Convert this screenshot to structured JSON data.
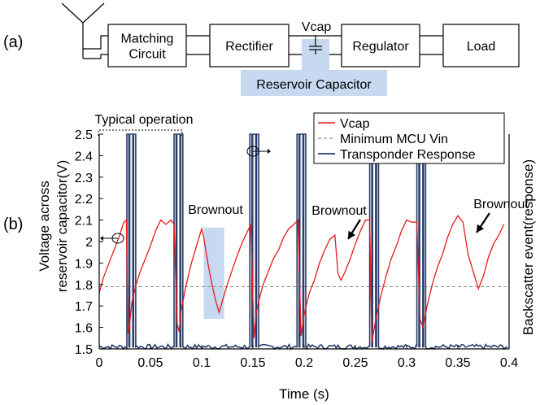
{
  "panel_a": {
    "label": "(a)",
    "blocks": [
      "Matching\nCircuit",
      "Rectifier",
      "Regulator",
      "Load"
    ],
    "node_label": "Vcap",
    "capacitor_label": "Reservoir Capacitor"
  },
  "panel_b": {
    "label": "(b)",
    "annotations": {
      "typical": "Typical operation",
      "brownout": "Brownout"
    }
  },
  "colors": {
    "vcap": "#e8191c",
    "transponder": "#2a3d6b",
    "min_vin": "#909090",
    "highlight": "#c7d9f1"
  },
  "chart_data": {
    "type": "line",
    "xlabel": "Time (s)",
    "ylabel_lines": [
      "Voltage across",
      "reservoir capacitor(V)"
    ],
    "ylabel2": "Backscatter event(response)",
    "xlim": [
      0,
      0.4
    ],
    "ylim": [
      1.5,
      2.5
    ],
    "xticks": [
      "0",
      "0.05",
      "0.1",
      "0.15",
      "0.2",
      "0.25",
      "0.3",
      "0.35",
      "0.4"
    ],
    "yticks": [
      "1.5",
      "1.6",
      "1.7",
      "1.8",
      "1.9",
      "2",
      "2.1",
      "2.2",
      "2.3",
      "2.4",
      "2.5"
    ],
    "legend_position": "top-right",
    "series": [
      {
        "name": "Vcap",
        "x": [
          0,
          0.004,
          0.008,
          0.012,
          0.016,
          0.02,
          0.024,
          0.0265,
          0.028,
          0.03,
          0.032,
          0.036,
          0.04,
          0.045,
          0.05,
          0.055,
          0.06,
          0.065,
          0.07,
          0.073,
          0.076,
          0.078,
          0.08,
          0.085,
          0.09,
          0.095,
          0.1,
          0.102,
          0.106,
          0.11,
          0.114,
          0.117,
          0.12,
          0.125,
          0.13,
          0.135,
          0.14,
          0.145,
          0.148,
          0.151,
          0.153,
          0.156,
          0.16,
          0.165,
          0.17,
          0.175,
          0.18,
          0.185,
          0.19,
          0.194,
          0.197,
          0.2,
          0.205,
          0.21,
          0.215,
          0.22,
          0.225,
          0.23,
          0.233,
          0.236,
          0.24,
          0.245,
          0.25,
          0.255,
          0.26,
          0.264,
          0.266,
          0.27,
          0.275,
          0.28,
          0.285,
          0.29,
          0.295,
          0.3,
          0.305,
          0.31,
          0.313,
          0.316,
          0.32,
          0.325,
          0.33,
          0.335,
          0.34,
          0.345,
          0.35,
          0.355,
          0.36,
          0.365,
          0.37,
          0.375,
          0.38,
          0.385,
          0.39,
          0.395
        ],
        "y": [
          1.76,
          1.83,
          1.88,
          1.93,
          1.98,
          2.03,
          2.09,
          2.1,
          1.57,
          1.63,
          1.72,
          1.8,
          1.86,
          1.92,
          1.98,
          2.05,
          2.1,
          2.08,
          2.1,
          2.08,
          1.62,
          1.58,
          1.68,
          1.8,
          1.9,
          1.98,
          2.06,
          2.02,
          1.9,
          1.8,
          1.72,
          1.67,
          1.72,
          1.8,
          1.87,
          1.94,
          2.0,
          2.05,
          2.08,
          1.55,
          1.66,
          1.73,
          1.8,
          1.86,
          1.92,
          1.96,
          2.02,
          2.06,
          2.08,
          2.1,
          1.56,
          1.66,
          1.76,
          1.82,
          1.9,
          1.96,
          2.01,
          2.03,
          1.85,
          1.82,
          1.86,
          1.92,
          1.99,
          2.05,
          2.1,
          2.1,
          1.53,
          1.64,
          1.75,
          1.84,
          1.92,
          1.98,
          2.05,
          2.1,
          2.09,
          2.09,
          1.64,
          1.6,
          1.7,
          1.8,
          1.88,
          1.94,
          2.02,
          2.08,
          2.12,
          2.09,
          1.94,
          1.86,
          1.78,
          1.84,
          1.93,
          1.99,
          2.03,
          2.08
        ]
      },
      {
        "name": "Minimum MCU Vin",
        "x": [
          0,
          0.4
        ],
        "y": [
          1.79,
          1.79
        ]
      },
      {
        "name": "Transponder Response",
        "baseline": 1.51,
        "bursts_start": [
          0.027,
          0.073,
          0.147,
          0.193,
          0.264,
          0.31
        ],
        "burst_high": 2.5
      }
    ]
  }
}
